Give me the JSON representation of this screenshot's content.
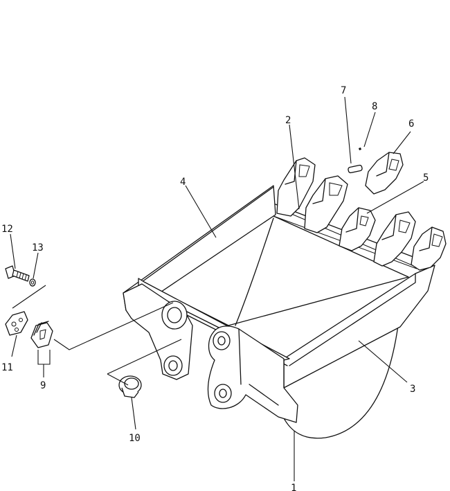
{
  "callouts": [
    {
      "id": "1",
      "label": "1"
    },
    {
      "id": "2",
      "label": "2"
    },
    {
      "id": "3",
      "label": "3"
    },
    {
      "id": "4",
      "label": "4"
    },
    {
      "id": "5",
      "label": "5"
    },
    {
      "id": "6",
      "label": "6"
    },
    {
      "id": "7",
      "label": "7"
    },
    {
      "id": "8",
      "label": "8"
    },
    {
      "id": "9",
      "label": "9"
    },
    {
      "id": "10",
      "label": "10"
    },
    {
      "id": "11",
      "label": "11"
    },
    {
      "id": "12",
      "label": "12"
    },
    {
      "id": "13",
      "label": "13"
    }
  ],
  "colors": {
    "ink": "#111111",
    "paper": "#ffffff"
  }
}
